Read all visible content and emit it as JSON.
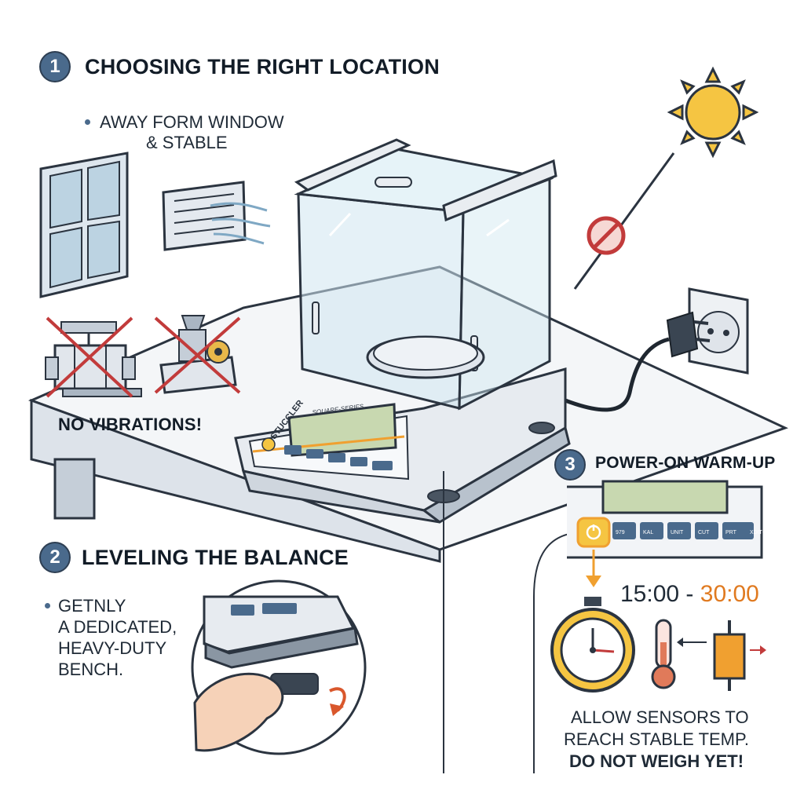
{
  "section1": {
    "number": "1",
    "title": "CHOOSING THE RIGHT LOCATION",
    "bullet_line1": "AWAY FORM WINDOW",
    "bullet_line2": "& STABLE",
    "no_vibrations": "NO VIBRATIONS!"
  },
  "section2": {
    "number": "2",
    "title": "LEVELING THE BALANCE",
    "lines": [
      "GETNLY",
      "A DEDICATED,",
      "HEAVY-DUTY",
      "BENCH."
    ]
  },
  "section3": {
    "number": "3",
    "title": "POWER-ON WARM-UP",
    "time_start": "15:00",
    "time_sep": "-",
    "time_end": "30:00",
    "note_line1": "ALLOW SENSORS TO",
    "note_line2": "REACH STABLE TEMP.",
    "warning": "DO NOT WEIGH YET!"
  },
  "balance": {
    "brand": "STUCCLER",
    "series": "SQUARE-SERIES",
    "keys": [
      "979",
      "KAL",
      "UNIT",
      "CUT",
      "PRT",
      "XDIT<"
    ]
  },
  "colors": {
    "badge": "#4a6a8c",
    "accent_orange": "#f0a030",
    "prohibit_red": "#c23b3b",
    "time_end_orange": "#e07a20",
    "glass": "#cfe6f0",
    "display_green": "#c8d8b0"
  }
}
